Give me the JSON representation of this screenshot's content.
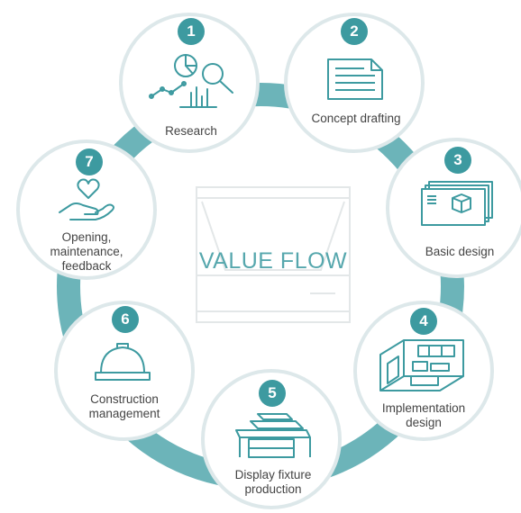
{
  "center": {
    "title": "VALUE FLOW"
  },
  "steps": [
    {
      "number": "1",
      "label": "Research",
      "icon": "research-chart-icon"
    },
    {
      "number": "2",
      "label": "Concept drafting",
      "icon": "document-icon"
    },
    {
      "number": "3",
      "label": "Basic design",
      "icon": "design-screens-icon"
    },
    {
      "number": "4",
      "label": "Implementation design",
      "icon": "room-layout-icon"
    },
    {
      "number": "5",
      "label": "Display fixture production",
      "icon": "display-fixture-icon"
    },
    {
      "number": "6",
      "label": "Construction management",
      "icon": "hard-hat-icon"
    },
    {
      "number": "7",
      "label": "Opening, maintenance, feedback",
      "icon": "heart-hand-icon"
    }
  ],
  "colors": {
    "accent": "#3d9aa0",
    "ring": "#6cb4b9",
    "circle_border": "#dde8ea",
    "icon": "#3d9aa0"
  }
}
